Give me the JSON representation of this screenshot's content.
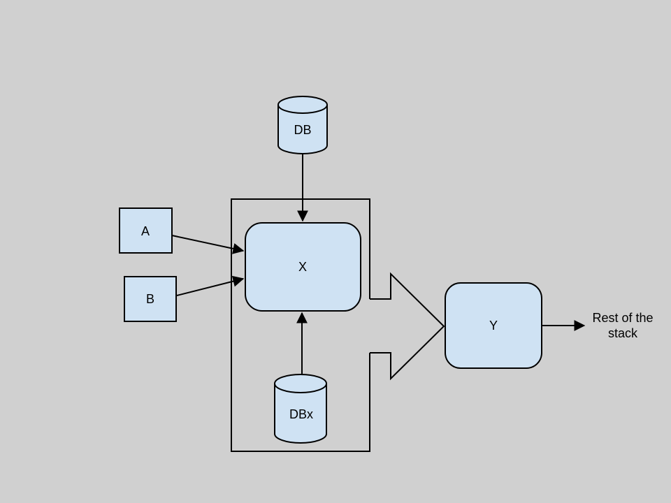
{
  "colors": {
    "background": "#d0d0d0",
    "node_fill": "#cfe2f3",
    "line": "#000000",
    "text": "#000000"
  },
  "nodes": {
    "db": {
      "label": "DB",
      "shape": "cylinder"
    },
    "a": {
      "label": "A",
      "shape": "rectangle"
    },
    "b": {
      "label": "B",
      "shape": "rectangle"
    },
    "x": {
      "label": "X",
      "shape": "rounded-rectangle"
    },
    "dbx": {
      "label": "DBx",
      "shape": "cylinder"
    },
    "y": {
      "label": "Y",
      "shape": "rounded-rectangle"
    }
  },
  "annotations": {
    "rest_of_stack": {
      "line1": "Rest of the",
      "line2": "stack"
    }
  },
  "edges": [
    {
      "from": "DB",
      "to": "X",
      "type": "arrow"
    },
    {
      "from": "A",
      "to": "X",
      "type": "arrow"
    },
    {
      "from": "B",
      "to": "X",
      "type": "arrow"
    },
    {
      "from": "DBx",
      "to": "X",
      "type": "arrow"
    },
    {
      "from": "container",
      "to": "Y",
      "type": "big-arrow"
    },
    {
      "from": "Y",
      "to": "Rest of the stack",
      "type": "arrow"
    }
  ]
}
